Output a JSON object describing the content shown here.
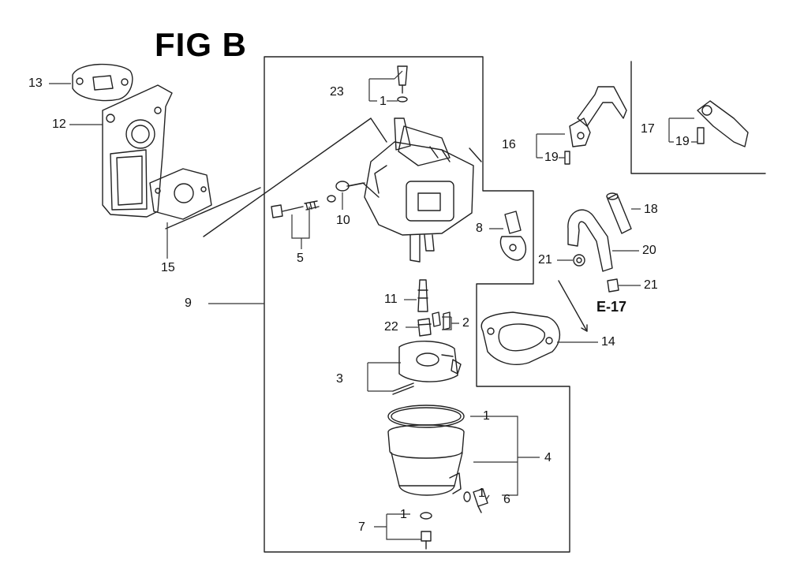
{
  "figure": {
    "title": "FIG B",
    "cross_reference": "E-17"
  },
  "callouts": {
    "c1a": "1",
    "c1b": "1",
    "c1c": "1",
    "c1d": "1",
    "c2": "2",
    "c3": "3",
    "c4": "4",
    "c5": "5",
    "c6": "6",
    "c7": "7",
    "c8": "8",
    "c9": "9",
    "c10": "10",
    "c11": "11",
    "c12": "12",
    "c13": "13",
    "c14": "14",
    "c15": "15",
    "c16": "16",
    "c17": "17",
    "c18": "18",
    "c19a": "19",
    "c19b": "19",
    "c20": "20",
    "c21a": "21",
    "c21b": "21",
    "c22": "22",
    "c23": "23"
  }
}
